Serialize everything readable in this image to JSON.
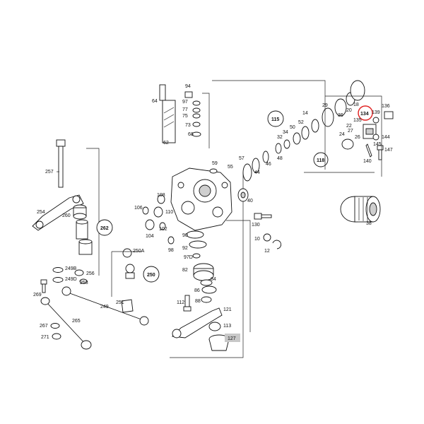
{
  "diagram": {
    "labels": {
      "p257": "257",
      "p254": "254",
      "p260": "260",
      "p262": "262",
      "p249b": "249B",
      "p249d": "249D",
      "p256": "256",
      "p258": "258",
      "p269": "269",
      "p249": "249",
      "p251": "251",
      "p265": "265",
      "p267": "267",
      "p271": "271",
      "p250a": "250A",
      "p250": "250",
      "p64": "64",
      "p94": "94",
      "p97": "97",
      "p77": "77",
      "p75": "75",
      "p73": "73",
      "p68": "68",
      "p62": "62",
      "p115": "115",
      "p59": "59",
      "p57": "57",
      "p55": "55",
      "p44": "44",
      "p46": "46",
      "p48": "48",
      "p32": "32",
      "p34": "34",
      "p50": "50",
      "p52": "52",
      "p14": "14",
      "p29": "29",
      "p36": "36",
      "p20": "20",
      "p18": "18",
      "p134": "134",
      "p139": "139",
      "p136": "136",
      "p135": "135",
      "p22": "22",
      "p27": "27",
      "p24": "24",
      "p26": "26",
      "p144": "144",
      "p145": "145",
      "p147": "147",
      "p140": "140",
      "p118": "118",
      "p40": "40",
      "p108": "108",
      "p106": "106",
      "p110": "110",
      "p104": "104",
      "p102": "102",
      "p90": "90",
      "p98": "98",
      "p92": "92",
      "p97d": "97D",
      "p82": "82",
      "p84": "84",
      "p86": "86",
      "p88": "88",
      "p112": "112",
      "p121": "121",
      "p113": "113",
      "p127": "127",
      "p130": "130",
      "p10": "10",
      "p12": "12",
      "p38": "38"
    },
    "highlight": {
      "label": "134",
      "color": "#e02020"
    },
    "tag_bg": "#c8c8c8"
  }
}
